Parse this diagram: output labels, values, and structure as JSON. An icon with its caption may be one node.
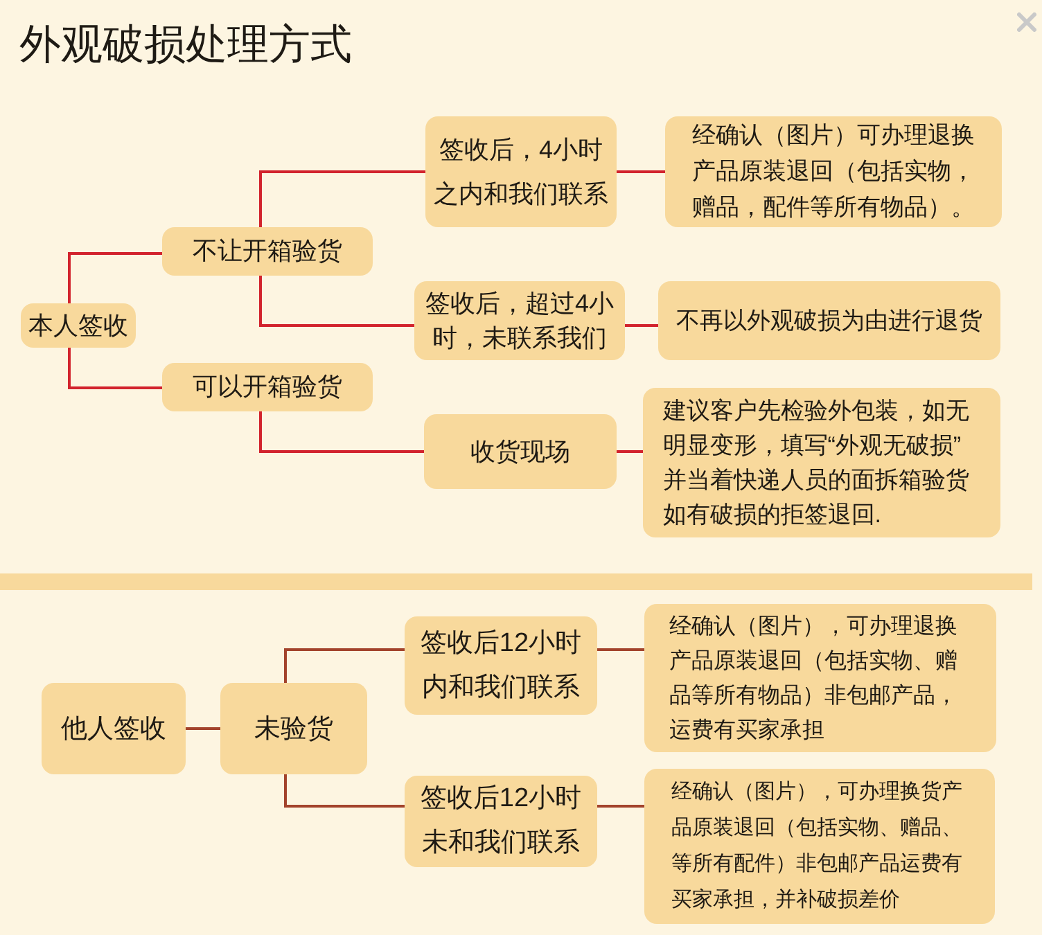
{
  "diagram": {
    "title": "外观破损处理方式",
    "nodes": [
      {
        "text": [
          "本人签收"
        ]
      },
      {
        "text": [
          "不让开箱验货"
        ]
      },
      {
        "text": [
          "可以开箱验货"
        ]
      },
      {
        "text": [
          "签收后，4小时之内和我们联系"
        ]
      },
      {
        "text": [
          "经确认（图片）可办理退换产品原装退回（包括实物，赠品，配件等所有物品）。"
        ]
      },
      {
        "text": [
          "签收后，超过4小时，未联系我们"
        ]
      },
      {
        "text": [
          "不再以外观破损为由进行退货"
        ]
      },
      {
        "text": [
          "收货现场"
        ]
      },
      {
        "text": [
          "建议客户先检验外包装，如无明显变形，填写“外观无破损”并当着快递人员的面拆箱验货如有破损的拒签退回."
        ]
      },
      {
        "text": [
          "他人签收"
        ]
      },
      {
        "text": [
          "未验货"
        ]
      },
      {
        "text": [
          "签收后12小时内和我们联系"
        ]
      },
      {
        "text": [
          "经确认（图片），可办理退换产品原装退回（包括实物、赠品等所有物品）非包邮产品，运费有买家承担"
        ]
      },
      {
        "text": [
          "签收后12小时未和我们联系"
        ]
      },
      {
        "text": [
          "经确认（图片），可办理换货产品原装退回（包括实物、赠品、等所有配件）非包邮产品运费有买家承担，并补破损差价"
        ]
      }
    ],
    "edges": [
      {
        "from": 0,
        "to": 1,
        "arrow": "none"
      },
      {
        "from": 0,
        "to": 2,
        "arrow": "none"
      },
      {
        "from": 1,
        "to": 3,
        "arrow": "none"
      },
      {
        "from": 1,
        "to": 5,
        "arrow": "none"
      },
      {
        "from": 3,
        "to": 4,
        "arrow": "none"
      },
      {
        "from": 5,
        "to": 6,
        "arrow": "none"
      },
      {
        "from": 2,
        "to": 7,
        "arrow": "none"
      },
      {
        "from": 7,
        "to": 8,
        "arrow": "none"
      },
      {
        "from": 9,
        "to": 10,
        "arrow": "none",
        "color": "#a3432c"
      },
      {
        "from": 10,
        "to": 11,
        "arrow": "none",
        "color": "#a3432c"
      },
      {
        "from": 10,
        "to": 13,
        "arrow": "none",
        "color": "#a3432c"
      },
      {
        "from": 11,
        "to": 12,
        "arrow": "none",
        "color": "#a3432c"
      },
      {
        "from": 13,
        "to": 14,
        "arrow": "none",
        "color": "#a3432c"
      }
    ]
  }
}
